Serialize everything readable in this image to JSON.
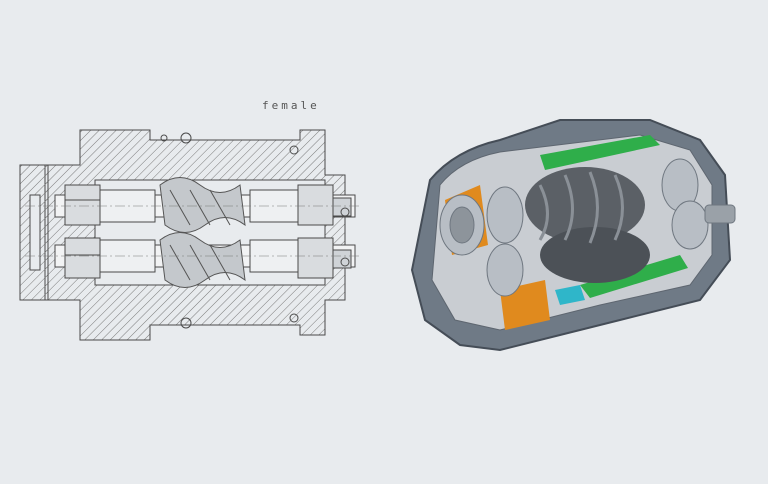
{
  "drawing": {
    "rotor_label": "female"
  },
  "colors": {
    "background": "#e8ebee",
    "line": "#4a4a4a",
    "hatch": "#7a7a7a",
    "casing": "#6f7a86",
    "casing_dark": "#454d57",
    "cut_face": "#c9cdd2",
    "oil_channel": "#2fae4a",
    "bearing_seat": "#e08a1e",
    "port": "#2fb6c9",
    "rotor": "#5b6066",
    "steel": "#b8bec5"
  },
  "icons": [
    "technical-section-drawing",
    "compressor-cutaway-render"
  ]
}
